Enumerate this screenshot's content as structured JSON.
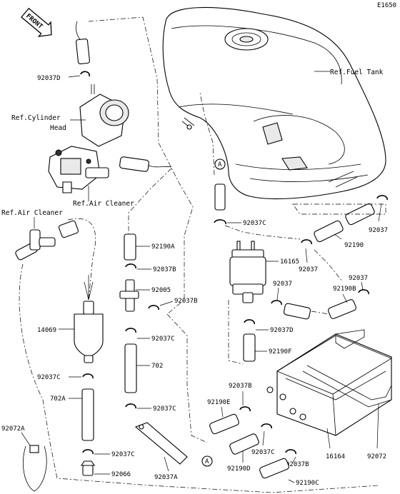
{
  "page_code": "E1650",
  "front_label": "FRONT",
  "refs": {
    "fuel_tank": "Ref.Fuel Tank",
    "cylinder_head_1": "Ref.Cylinder",
    "cylinder_head_2": "Head",
    "air_cleaner_1": "Ref.Air Cleaner",
    "air_cleaner_2": "Ref.Air Cleaner"
  },
  "callout_a": "A",
  "parts": {
    "p92037D_top": "92037D",
    "p92037C_mid": "92037C",
    "p16165": "16165",
    "p92037_a": "92037",
    "p92037_b": "92037",
    "p92037_c": "92037",
    "p92190": "92190",
    "p92037_d": "92037",
    "p92190B": "92190B",
    "p92037D_mid": "92037D",
    "p92190F": "92190F",
    "p92190A": "92190A",
    "p92037B_a": "92037B",
    "p92005": "92005",
    "p92037B_b": "92037B",
    "p14069": "14069",
    "p92037C_a": "92037C",
    "p702": "702",
    "p92037C_left": "92037C",
    "p702A": "702A",
    "p92037B_c": "92037B",
    "p92190E": "92190E",
    "p92037C_b": "92037C",
    "p92072A": "92072A",
    "p92037C_c": "92037C",
    "p92066": "92066",
    "p92037A": "92037A",
    "p92190D": "92190D",
    "p92037C_d": "92037C",
    "p92037B_d": "92037B",
    "p16164": "16164",
    "p92072": "92072",
    "p92190C": "92190C"
  }
}
